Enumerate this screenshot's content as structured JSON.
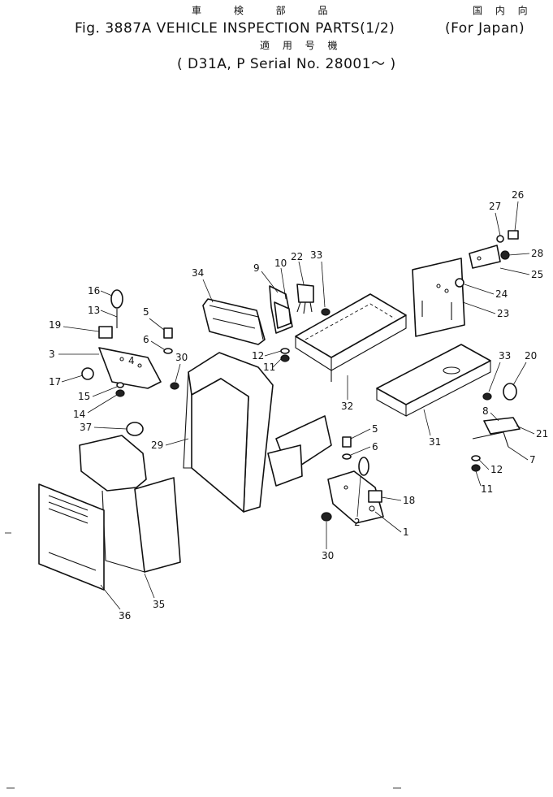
{
  "title": {
    "jp_line1": "車 検 部 品",
    "jp_line1_right": "国 内 向",
    "main": "Fig. 3887A  VEHICLE  INSPECTION  PARTS(1/2)",
    "region": "(For  Japan)",
    "jp_line2": "適 用 号 機",
    "serial": "( D31A, P  Serial  No.  28001～ )"
  },
  "callouts": [
    {
      "id": "c1",
      "label": "1"
    },
    {
      "id": "c2",
      "label": "2"
    },
    {
      "id": "c3",
      "label": "3"
    },
    {
      "id": "c4",
      "label": "4"
    },
    {
      "id": "c5a",
      "label": "5"
    },
    {
      "id": "c5b",
      "label": "5"
    },
    {
      "id": "c6a",
      "label": "6"
    },
    {
      "id": "c6b",
      "label": "6"
    },
    {
      "id": "c7",
      "label": "7"
    },
    {
      "id": "c8",
      "label": "8"
    },
    {
      "id": "c9",
      "label": "9"
    },
    {
      "id": "c10",
      "label": "10"
    },
    {
      "id": "c11a",
      "label": "11"
    },
    {
      "id": "c11b",
      "label": "11"
    },
    {
      "id": "c12a",
      "label": "12"
    },
    {
      "id": "c12b",
      "label": "12"
    },
    {
      "id": "c13",
      "label": "13"
    },
    {
      "id": "c14",
      "label": "14"
    },
    {
      "id": "c15",
      "label": "15"
    },
    {
      "id": "c16",
      "label": "16"
    },
    {
      "id": "c17",
      "label": "17"
    },
    {
      "id": "c18",
      "label": "18"
    },
    {
      "id": "c19",
      "label": "19"
    },
    {
      "id": "c20",
      "label": "20"
    },
    {
      "id": "c21",
      "label": "21"
    },
    {
      "id": "c22",
      "label": "22"
    },
    {
      "id": "c23",
      "label": "23"
    },
    {
      "id": "c24",
      "label": "24"
    },
    {
      "id": "c25",
      "label": "25"
    },
    {
      "id": "c26",
      "label": "26"
    },
    {
      "id": "c27",
      "label": "27"
    },
    {
      "id": "c28",
      "label": "28"
    },
    {
      "id": "c29",
      "label": "29"
    },
    {
      "id": "c30a",
      "label": "30"
    },
    {
      "id": "c30b",
      "label": "30"
    },
    {
      "id": "c31",
      "label": "31"
    },
    {
      "id": "c32",
      "label": "32"
    },
    {
      "id": "c33a",
      "label": "33"
    },
    {
      "id": "c33b",
      "label": "33"
    },
    {
      "id": "c34",
      "label": "34"
    },
    {
      "id": "c35",
      "label": "35"
    },
    {
      "id": "c36",
      "label": "36"
    },
    {
      "id": "c37",
      "label": "37"
    }
  ]
}
